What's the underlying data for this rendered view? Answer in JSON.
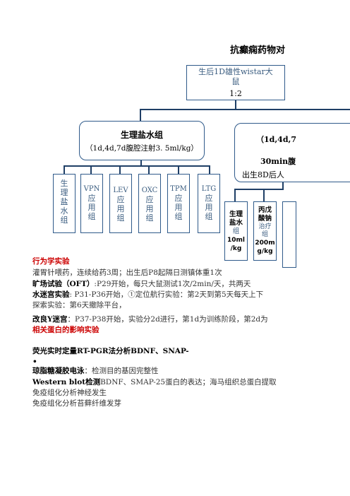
{
  "title": "抗癫痫药物对",
  "root": {
    "line1": "生后1D雄性wistar大",
    "line2": "鼠",
    "line3": "1:2"
  },
  "saline": {
    "title": "生理盐水组",
    "subtitle": "（1d,4d,7d腹腔注射3. 5ml/kg）"
  },
  "right_group": {
    "line1": "（1d,4d,7",
    "line2": "30min腹",
    "line3": "出生8D后人"
  },
  "drug_boxes": [
    {
      "c1": "生",
      "c2": "理",
      "c3": "盐",
      "c4": "水",
      "c5": "组"
    },
    {
      "c1": "VPN",
      "c2": "应",
      "c3": "用",
      "c4": "组"
    },
    {
      "c1": "LEV",
      "c2": "应",
      "c3": "用",
      "c4": "组"
    },
    {
      "c1": "OXC",
      "c2": "应",
      "c3": "用",
      "c4": "组"
    },
    {
      "c1": "TPM",
      "c2": "应",
      "c3": "用",
      "c4": "组"
    },
    {
      "c1": "LTG",
      "c2": "应",
      "c3": "用",
      "c4": "组"
    }
  ],
  "sub_boxes": [
    {
      "l1": "生理",
      "l2": "盐水",
      "l3": "组",
      "l4": "10ml",
      "l5": "/kg"
    },
    {
      "l1": "丙戊",
      "l2": "酸钠",
      "l3": "治疗",
      "l4": "组",
      "l5": "200m",
      "l6": "g/kg"
    }
  ],
  "lines": {
    "behavior_title": "行为学实验",
    "behavior_1": "灌胃针喂药，连续给药3周；出生后P8起隔日测镇体重1次",
    "oft_label": "旷场试验（OFT）",
    "oft_text": ":P29开始，每只大鼠测试1次/2min/天，共两天",
    "water_maze_label": "水迷宫实验",
    "water_maze_text": ": P31-P36开始，①定位航行实验：第2天到第5天每天上下",
    "probe_text": "探索实验：第6天撤除平台，",
    "ymaze_label": "改良Y迷宫",
    "ymaze_text": "：P37-P38开始，实验分2d进行，第1d为训练阶段，第2d为",
    "protein_title": "相关蛋白的影响实验",
    "pcr_label": "荧光实时定量RT-PGR",
    "pcr_text": "法分析BDNF、SNAP-",
    "bullet": "•",
    "gel_label": "琼脂糖凝胶电泳",
    "gel_text": "：检测目的基因完整性",
    "wb_label": "Western blot检测",
    "wb_text": "BDNF、SMAP-25蛋白的表达；海马组织总蛋白提取",
    "ihc_1": "免疫组化分析神经发生",
    "ihc_2": "免疫组化分析苔藓纤维发芽"
  }
}
